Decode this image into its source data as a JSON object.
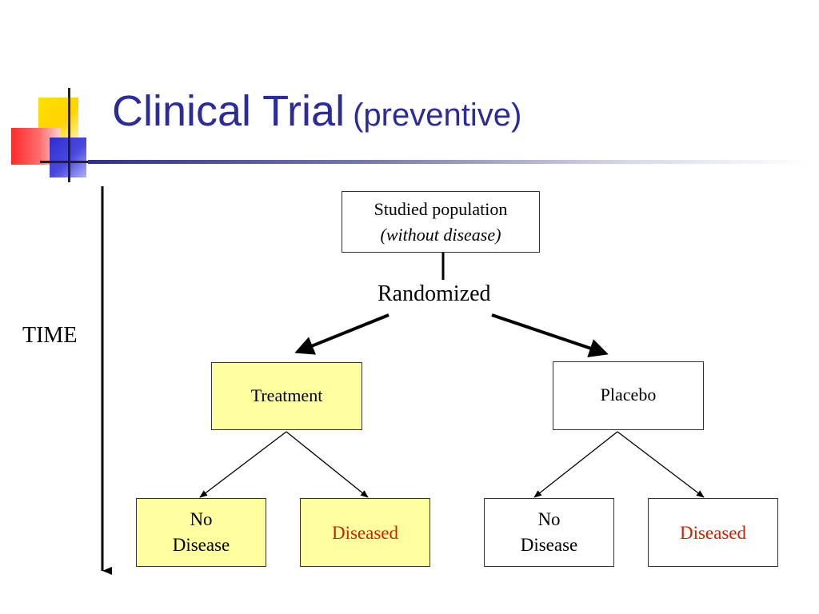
{
  "title": {
    "main": "Clinical Trial",
    "sub": "(preventive)"
  },
  "time_label": "TIME",
  "population": {
    "line1": "Studied population",
    "line2": "(without disease)"
  },
  "randomized_label": "Randomized",
  "treatment": {
    "label": "Treatment",
    "no_disease_line1": "No",
    "no_disease_line2": "Disease",
    "diseased": "Diseased"
  },
  "placebo": {
    "label": "Placebo",
    "no_disease_line1": "No",
    "no_disease_line2": "Disease",
    "diseased": "Diseased"
  },
  "colors": {
    "title": "#2b2b9a",
    "highlight_box": "#ffffa0",
    "diseased_text": "#cc2200"
  }
}
